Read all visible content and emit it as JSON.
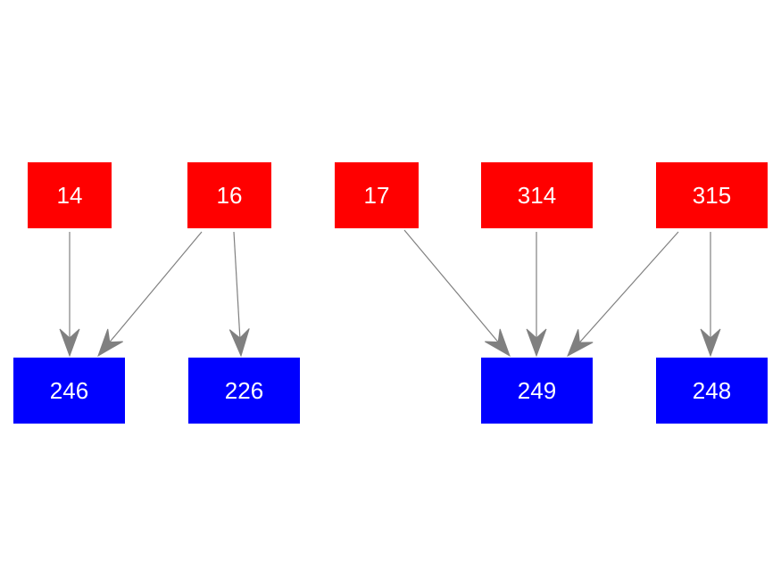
{
  "colors": {
    "source": "#ff0000",
    "target": "#0000ff",
    "edge": "#808080",
    "label": "#ffffff",
    "background": "#ffffff"
  },
  "nodes": [
    {
      "id": "n14",
      "label": "14",
      "role": "source"
    },
    {
      "id": "n16",
      "label": "16",
      "role": "source"
    },
    {
      "id": "n17",
      "label": "17",
      "role": "source"
    },
    {
      "id": "n314",
      "label": "314",
      "role": "source"
    },
    {
      "id": "n315",
      "label": "315",
      "role": "source"
    },
    {
      "id": "n246",
      "label": "246",
      "role": "target"
    },
    {
      "id": "n226",
      "label": "226",
      "role": "target"
    },
    {
      "id": "n249",
      "label": "249",
      "role": "target"
    },
    {
      "id": "n248",
      "label": "248",
      "role": "target"
    }
  ],
  "edges": [
    {
      "from": "n14",
      "to": "n246"
    },
    {
      "from": "n16",
      "to": "n246"
    },
    {
      "from": "n16",
      "to": "n226"
    },
    {
      "from": "n17",
      "to": "n249"
    },
    {
      "from": "n314",
      "to": "n249"
    },
    {
      "from": "n315",
      "to": "n249"
    },
    {
      "from": "n315",
      "to": "n248"
    }
  ]
}
